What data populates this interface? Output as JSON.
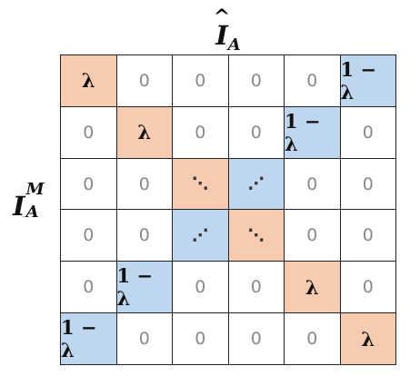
{
  "col_label": {
    "main": "I",
    "sub": "A"
  },
  "row_label": {
    "main": "I",
    "sup": "M",
    "sub": "A"
  },
  "matrix": [
    [
      {
        "text": "λ",
        "kind": "lambda",
        "color": "orange"
      },
      {
        "text": "0",
        "kind": "zero"
      },
      {
        "text": "0",
        "kind": "zero"
      },
      {
        "text": "0",
        "kind": "zero"
      },
      {
        "text": "0",
        "kind": "zero"
      },
      {
        "text": "1 − λ",
        "kind": "oneminus",
        "color": "blue"
      }
    ],
    [
      {
        "text": "0",
        "kind": "zero"
      },
      {
        "text": "λ",
        "kind": "lambda",
        "color": "orange"
      },
      {
        "text": "0",
        "kind": "zero"
      },
      {
        "text": "0",
        "kind": "zero"
      },
      {
        "text": "1 − λ",
        "kind": "oneminus",
        "color": "blue"
      },
      {
        "text": "0",
        "kind": "zero"
      }
    ],
    [
      {
        "text": "0",
        "kind": "zero"
      },
      {
        "text": "0",
        "kind": "zero"
      },
      {
        "text": "⋱",
        "kind": "dots",
        "color": "orange"
      },
      {
        "text": "⋰",
        "kind": "dots",
        "color": "blue"
      },
      {
        "text": "0",
        "kind": "zero"
      },
      {
        "text": "0",
        "kind": "zero"
      }
    ],
    [
      {
        "text": "0",
        "kind": "zero"
      },
      {
        "text": "0",
        "kind": "zero"
      },
      {
        "text": "⋰",
        "kind": "dots",
        "color": "blue"
      },
      {
        "text": "⋱",
        "kind": "dots",
        "color": "orange"
      },
      {
        "text": "0",
        "kind": "zero"
      },
      {
        "text": "0",
        "kind": "zero"
      }
    ],
    [
      {
        "text": "0",
        "kind": "zero"
      },
      {
        "text": "1 − λ",
        "kind": "oneminus",
        "color": "blue"
      },
      {
        "text": "0",
        "kind": "zero"
      },
      {
        "text": "0",
        "kind": "zero"
      },
      {
        "text": "λ",
        "kind": "lambda",
        "color": "orange"
      },
      {
        "text": "0",
        "kind": "zero"
      }
    ],
    [
      {
        "text": "1 − λ",
        "kind": "oneminus",
        "color": "blue"
      },
      {
        "text": "0",
        "kind": "zero"
      },
      {
        "text": "0",
        "kind": "zero"
      },
      {
        "text": "0",
        "kind": "zero"
      },
      {
        "text": "0",
        "kind": "zero"
      },
      {
        "text": "λ",
        "kind": "lambda",
        "color": "orange"
      }
    ]
  ],
  "colors": {
    "orange": "#f7cbb0",
    "blue": "#bfd7ee"
  }
}
